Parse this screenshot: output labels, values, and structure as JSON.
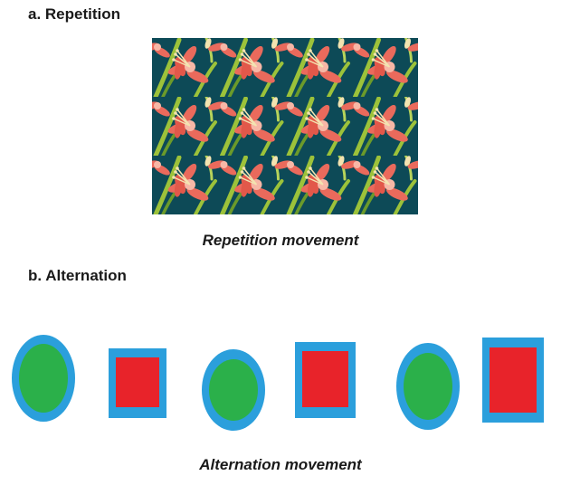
{
  "section_a": {
    "title": "a. Repetition",
    "caption": "Repetition movement"
  },
  "section_b": {
    "title": "b. Alternation",
    "caption": "Alternation movement",
    "shapes": [
      "circle",
      "square",
      "circle",
      "square",
      "circle",
      "square"
    ]
  },
  "colors": {
    "pattern_background": "#0d4a57",
    "leaf": "#9cc23a",
    "leaf_dark": "#6b9a2a",
    "petal": "#ea6a5c",
    "petal_light": "#f7b7a6",
    "stamen": "#f3e3b0",
    "shape_outline": "#2b9fdc",
    "circle_fill": "#2bb04a",
    "square_fill": "#e8232a"
  }
}
